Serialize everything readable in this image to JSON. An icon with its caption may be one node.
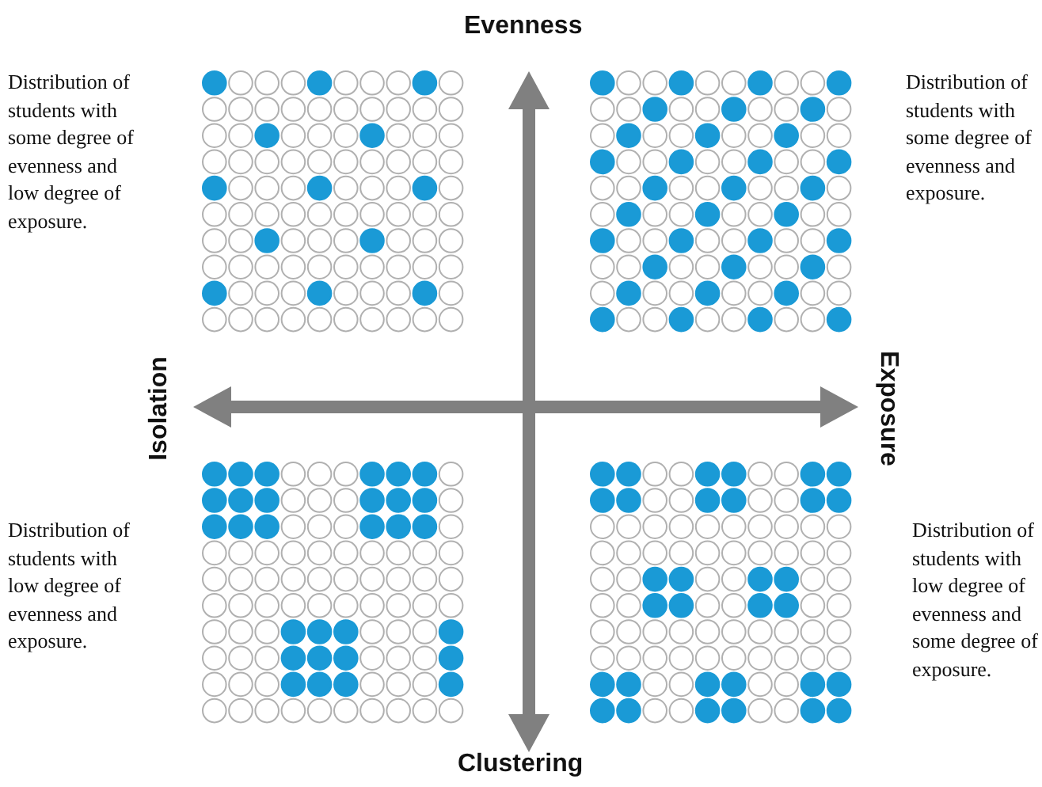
{
  "diagram": {
    "labels": [
      "Evenness",
      "Distribution of students with some degree of evenness and low degree of exposure.",
      "Distribution of students with some degree of evenness and exposure.",
      "Isolation",
      "Exposure",
      "Distribution of students with low degree of evenness and exposure.",
      "Distribution of students with low degree of evenness and some degree of exposure.",
      "Clustering"
    ]
  }
}
